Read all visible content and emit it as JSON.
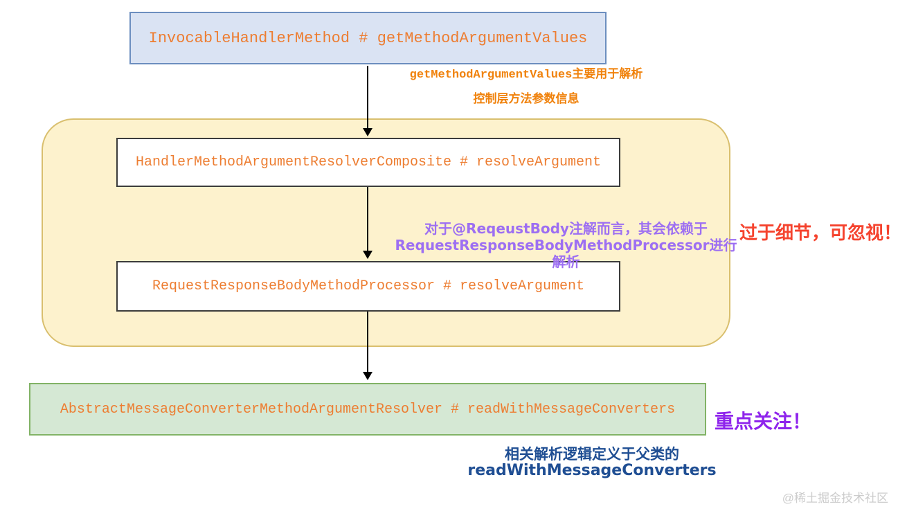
{
  "colors": {
    "canvas_bg": "#ffffff",
    "top_box_fill": "#dae3f3",
    "top_box_border": "#6c8ebf",
    "yellow_group_fill": "#fdf2cd",
    "yellow_group_border": "#d9bf6e",
    "inner_box_border": "#3c3c3b",
    "green_box_fill": "#d5e8d4",
    "green_box_border": "#82b366",
    "method_text": "#ed7d31",
    "orange_note_text": "#f0820c",
    "purple_note_text": "#9d6ff2",
    "purple_highlight_text": "#8e24ec",
    "red_note_text": "#f5432e",
    "blue_note_text": "#1f4e93",
    "arrow_color": "#000000",
    "watermark_text": "#cccccc"
  },
  "nodes": {
    "invocable_handler_method": {
      "label": "InvocableHandlerMethod # getMethodArgumentValues"
    },
    "resolver_composite": {
      "label": "HandlerMethodArgumentResolverComposite # resolveArgument"
    },
    "body_method_processor": {
      "label": "RequestResponseBodyMethodProcessor # resolveArgument"
    },
    "abstract_converter_resolver": {
      "label": "AbstractMessageConverterMethodArgumentResolver # readWithMessageConverters"
    }
  },
  "annotations": {
    "get_method_note": {
      "line1": "getMethodArgumentValues主要用于解析",
      "line2": "控制层方法参数信息"
    },
    "request_body_note": {
      "line1_prefix": "对于",
      "line1_strong": "@ReqeustBody",
      "line1_suffix": "注解而言，其会依赖于",
      "line2_strong": "RequestResponseBodyMethodProcessor",
      "line2_suffix": "进行解析"
    },
    "detail_note": "过于细节，可忽视！",
    "focus_note": "重点关注！",
    "parent_class_note": {
      "line1": "相关解析逻辑定义于父类的",
      "line2": "readWithMessageConverters"
    },
    "watermark": "@稀土掘金技术社区"
  }
}
